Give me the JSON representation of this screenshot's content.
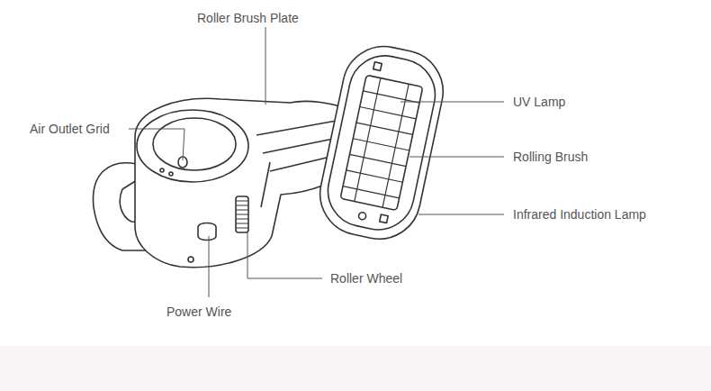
{
  "diagram": {
    "labels": [
      "Roller Brush Plate",
      "UV Lamp",
      "Air Outlet Grid",
      "Rolling Brush",
      "Infrared Induction Lamp",
      "Roller Wheel",
      "Power Wire"
    ]
  }
}
